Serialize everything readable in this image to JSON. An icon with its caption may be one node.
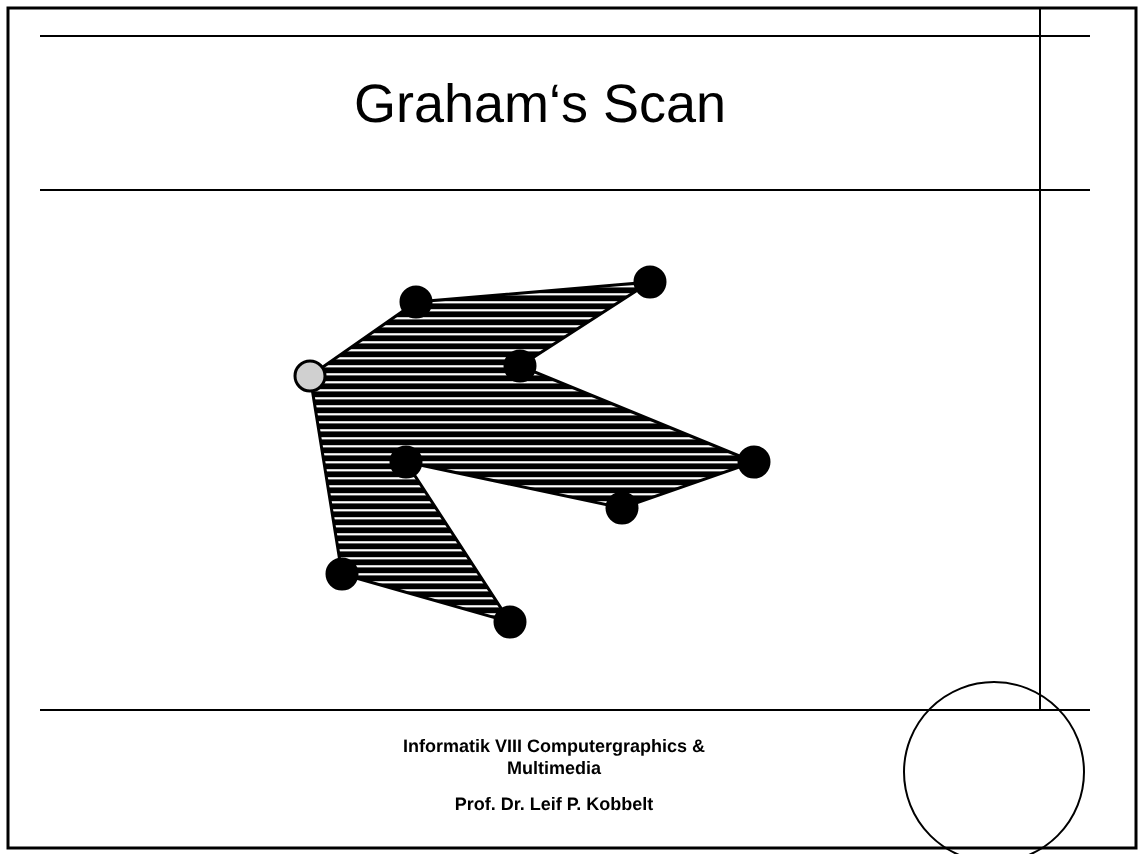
{
  "diagram": {
    "title": "Graham‘s Scan",
    "labels": [
      "Informatik VIII Computergraphics & Multimedia",
      "Prof. Dr. Leif P. Kobbelt"
    ]
  }
}
